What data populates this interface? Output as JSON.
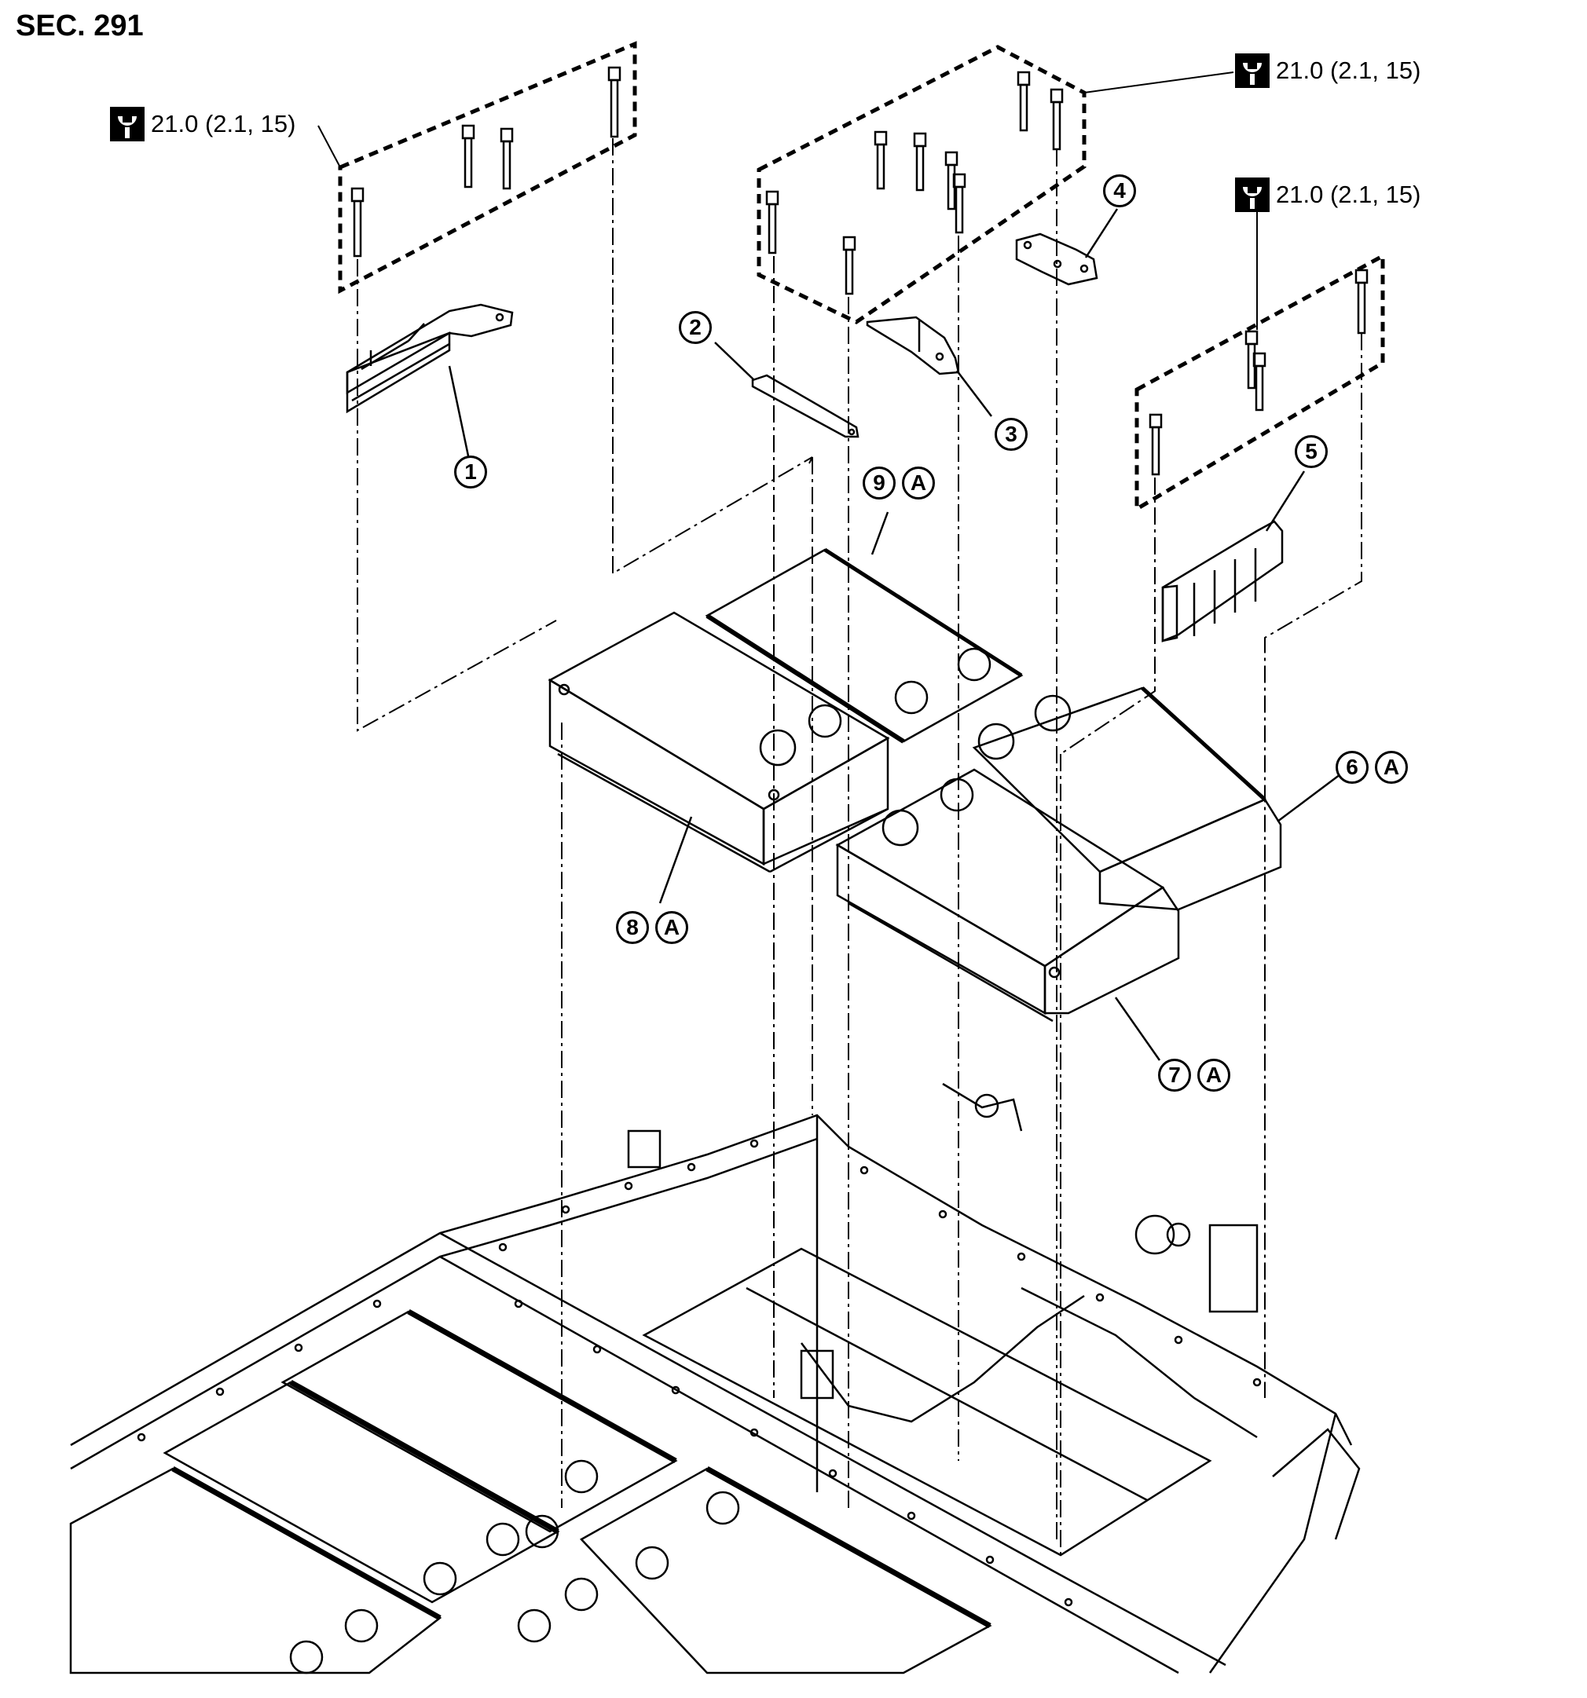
{
  "section": "SEC. 291",
  "torque_labels": [
    "21.0 (2.1, 15)",
    "21.0 (2.1, 15)",
    "21.0 (2.1, 15)"
  ],
  "parts": [
    {
      "num": "1",
      "ref": ""
    },
    {
      "num": "2",
      "ref": ""
    },
    {
      "num": "3",
      "ref": ""
    },
    {
      "num": "4",
      "ref": ""
    },
    {
      "num": "5",
      "ref": ""
    },
    {
      "num": "6",
      "ref": "A"
    },
    {
      "num": "7",
      "ref": "A"
    },
    {
      "num": "8",
      "ref": "A"
    },
    {
      "num": "9",
      "ref": "A"
    }
  ],
  "icons": {
    "torque": "torque-wrench-icon"
  }
}
